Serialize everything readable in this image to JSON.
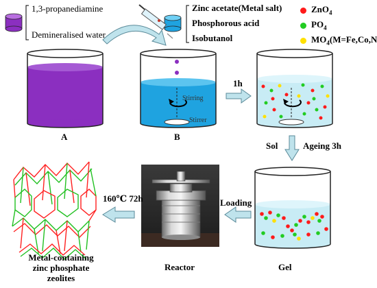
{
  "reagents_a": {
    "line1": "1,3-propanediamine",
    "line2": "Demineralised water"
  },
  "reagents_b": {
    "line1": "Zinc acetate(Metal salt)",
    "line2": "Phosphorous acid",
    "line3": "Isobutanol"
  },
  "legend": [
    {
      "main": "ZnO",
      "sub": "4",
      "suffix": "",
      "color": "#ff1a1a"
    },
    {
      "main": "PO",
      "sub": "4",
      "suffix": "",
      "color": "#22cc22"
    },
    {
      "main": "MO",
      "sub": "4",
      "suffix": "(M=Fe,Co,Ni)",
      "color": "#ffe000"
    }
  ],
  "beakers": {
    "a_label": "A",
    "b_label": "B",
    "gel_label": "Gel",
    "reactor_label": "Reactor",
    "stirring": "Stirring",
    "stirrer": "Stirrer"
  },
  "steps": {
    "one_hour": "1h",
    "sol": "Sol",
    "ageing": "Ageing 3h",
    "loading": "Loading",
    "hydrothermal": "160℃ 72h"
  },
  "product": {
    "line1": "Metal-containing",
    "line2": "zinc phosphate",
    "line3": "zeolites"
  },
  "colors": {
    "purple_solution": "#8b2fc0",
    "blue_solution": "#1fa3e0",
    "pale_solution": "#c8ecf5",
    "arrow_fill": "#bfe3ec",
    "framework_red": "#ff2020",
    "framework_green": "#20c020"
  }
}
